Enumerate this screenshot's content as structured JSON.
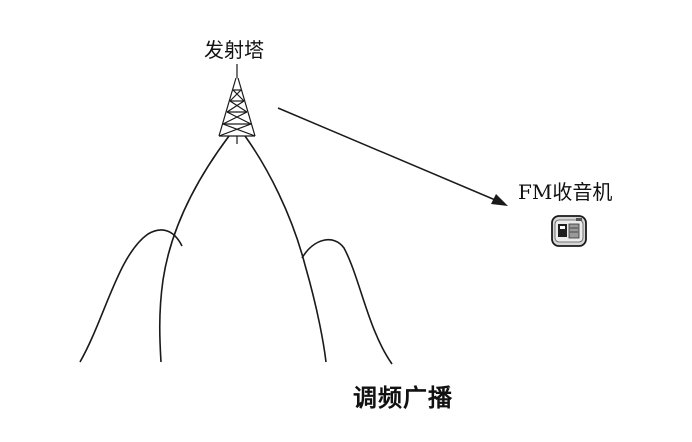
{
  "labels": {
    "tower": "发射塔",
    "receiver": "FM收音机",
    "caption": "调频广播"
  },
  "icons": {
    "tower": "transmission-tower-icon",
    "receiver": "radio-receiver-icon"
  },
  "colors": {
    "line": "#1a1a1a",
    "background": "#ffffff"
  }
}
